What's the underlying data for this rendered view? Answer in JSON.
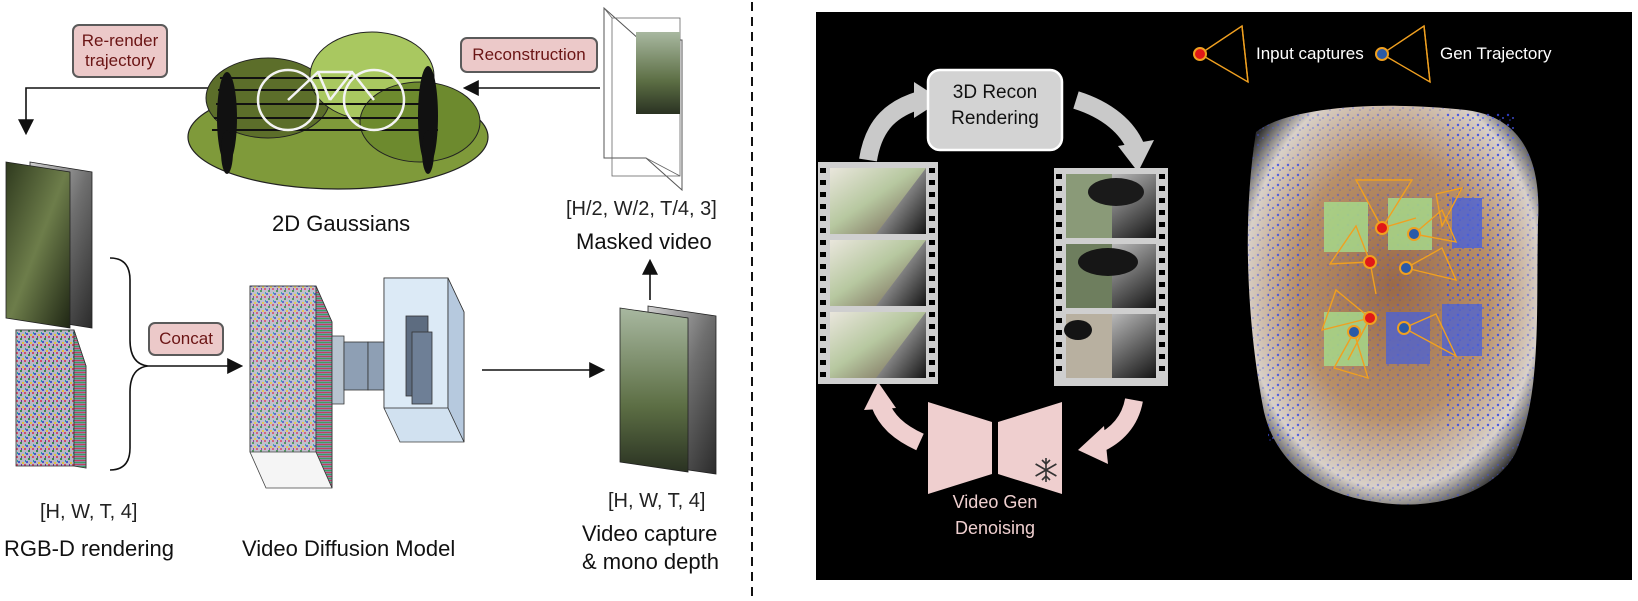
{
  "left": {
    "rerender_label": "Re-render\ntrajectory",
    "reconstruction_label": "Reconstruction",
    "gaussians_label": "2D Gaussians",
    "masked_dim": "[H/2, W/2, T/4, 3]",
    "masked_label": "Masked video",
    "concat_label": "Concat",
    "rgbd_dim": "[H, W, T, 4]",
    "rgbd_label": "RGB-D rendering",
    "vdm_label": "Video Diffusion Model",
    "capture_dim": "[H, W, T, 4]",
    "capture_label_1": "Video capture",
    "capture_label_2": "& mono depth"
  },
  "right": {
    "recon_label_1": "3D Recon",
    "recon_label_2": "Rendering",
    "vgen_label_1": "Video Gen",
    "vgen_label_2": "Denoising",
    "legend_input": "Input captures",
    "legend_gen": "Gen Trajectory"
  },
  "colors": {
    "pill_fill": "#ecc9c9",
    "pill_text": "#6b1515",
    "recon_box": "#d3d3d3",
    "arrow_pink": "#efcfcf",
    "arrow_gray": "#c9c9c9",
    "input_dot": "#e01818",
    "gen_dot": "#2a5aa8",
    "frustum": "#f0a020"
  },
  "icons": {
    "snowflake": "snowflake-icon",
    "dashed_divider": "divider"
  }
}
